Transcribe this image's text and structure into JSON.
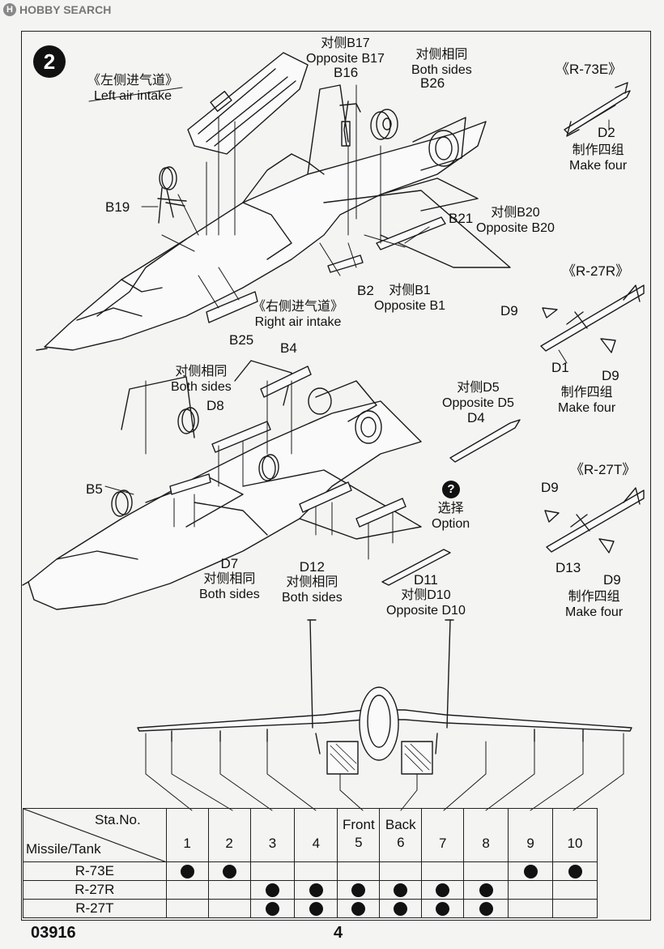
{
  "watermark": {
    "brand": "HOBBY SEARCH",
    "icon": "hobby-search-logo-icon"
  },
  "step_number": "2",
  "labels": {
    "opp_b17": [
      "对侧B17",
      "Opposite B17"
    ],
    "b16": "B16",
    "both_b26": [
      "对侧相同",
      "Both sides"
    ],
    "b26": "B26",
    "left_intake": [
      "《左侧进气道》",
      "Left air intake"
    ],
    "b19": "B19",
    "b21": "B21",
    "opp_b20": [
      "对侧B20",
      "Opposite B20"
    ],
    "b2": "B2",
    "opp_b1": [
      "对侧B1",
      "Opposite B1"
    ],
    "right_intake": [
      "《右侧进气道》",
      "Right air intake"
    ],
    "b25": "B25",
    "b4": "B4",
    "both_d8": [
      "对侧相同",
      "Both sides"
    ],
    "d8": "D8",
    "b5": "B5",
    "opp_d5": [
      "对侧D5",
      "Opposite D5"
    ],
    "d4": "D4",
    "option": [
      "选择",
      "Option"
    ],
    "d7": [
      "D7",
      "对侧相同",
      "Both sides"
    ],
    "d12": [
      "D12",
      "对侧相同",
      "Both sides"
    ],
    "d11": [
      "D11",
      "对侧D10",
      "Opposite D10"
    ]
  },
  "missiles": {
    "r73e": {
      "title": "《R-73E》",
      "part": "D2",
      "make": [
        "制作四组",
        "Make four"
      ]
    },
    "r27r": {
      "title": "《R-27R》",
      "parts": [
        "D9",
        "D1",
        "D9"
      ],
      "make": [
        "制作四组",
        "Make four"
      ]
    },
    "r27t": {
      "title": "《R-27T》",
      "parts": [
        "D9",
        "D13",
        "D9"
      ],
      "make": [
        "制作四组",
        "Make four"
      ]
    }
  },
  "option_icon": "question-mark-icon",
  "station_table": {
    "corner_top": "Sta.No.",
    "corner_bottom": "Missile/Tank",
    "front": "Front",
    "back": "Back",
    "stations": [
      "1",
      "2",
      "3",
      "4",
      "5",
      "6",
      "7",
      "8",
      "9",
      "10"
    ],
    "rows": [
      {
        "name": "R-73E",
        "filled": [
          1,
          2,
          9,
          10
        ]
      },
      {
        "name": "R-27R",
        "filled": [
          3,
          4,
          5,
          6,
          7,
          8
        ]
      },
      {
        "name": "R-27T",
        "filled": [
          3,
          4,
          5,
          6,
          7,
          8
        ]
      }
    ]
  },
  "footer": {
    "code": "03916",
    "page": "4"
  }
}
